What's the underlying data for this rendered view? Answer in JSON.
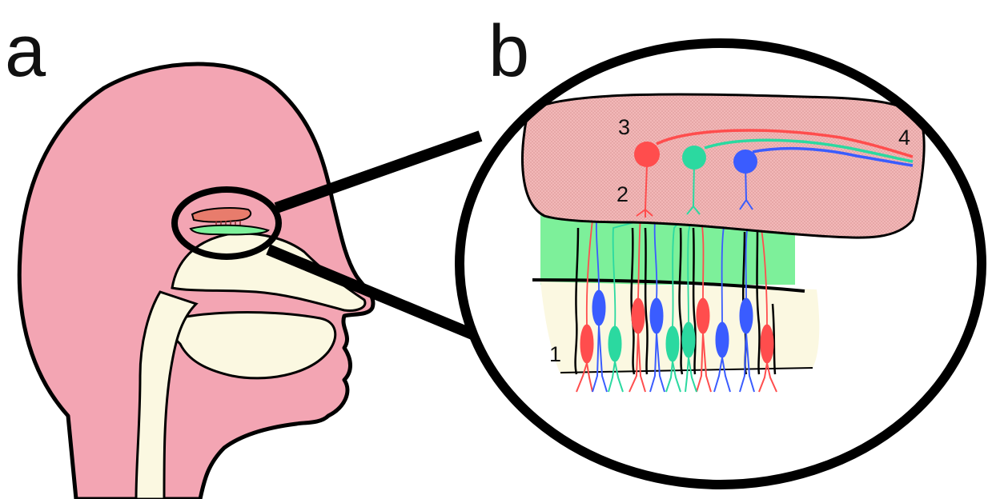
{
  "panel_labels": {
    "a": "a",
    "b": "b"
  },
  "callouts": {
    "n1": "1",
    "n2": "2",
    "n3": "3",
    "n4": "4"
  },
  "colors": {
    "skin": "#f3a5b3",
    "cavity": "#fbf8e1",
    "bulb": "#f2b8b8",
    "lamina": "#7df09a",
    "red_neuron": "#ff4d4d",
    "green_neuron": "#2bd9a0",
    "blue_neuron": "#3a5cff",
    "outline": "#000000"
  }
}
